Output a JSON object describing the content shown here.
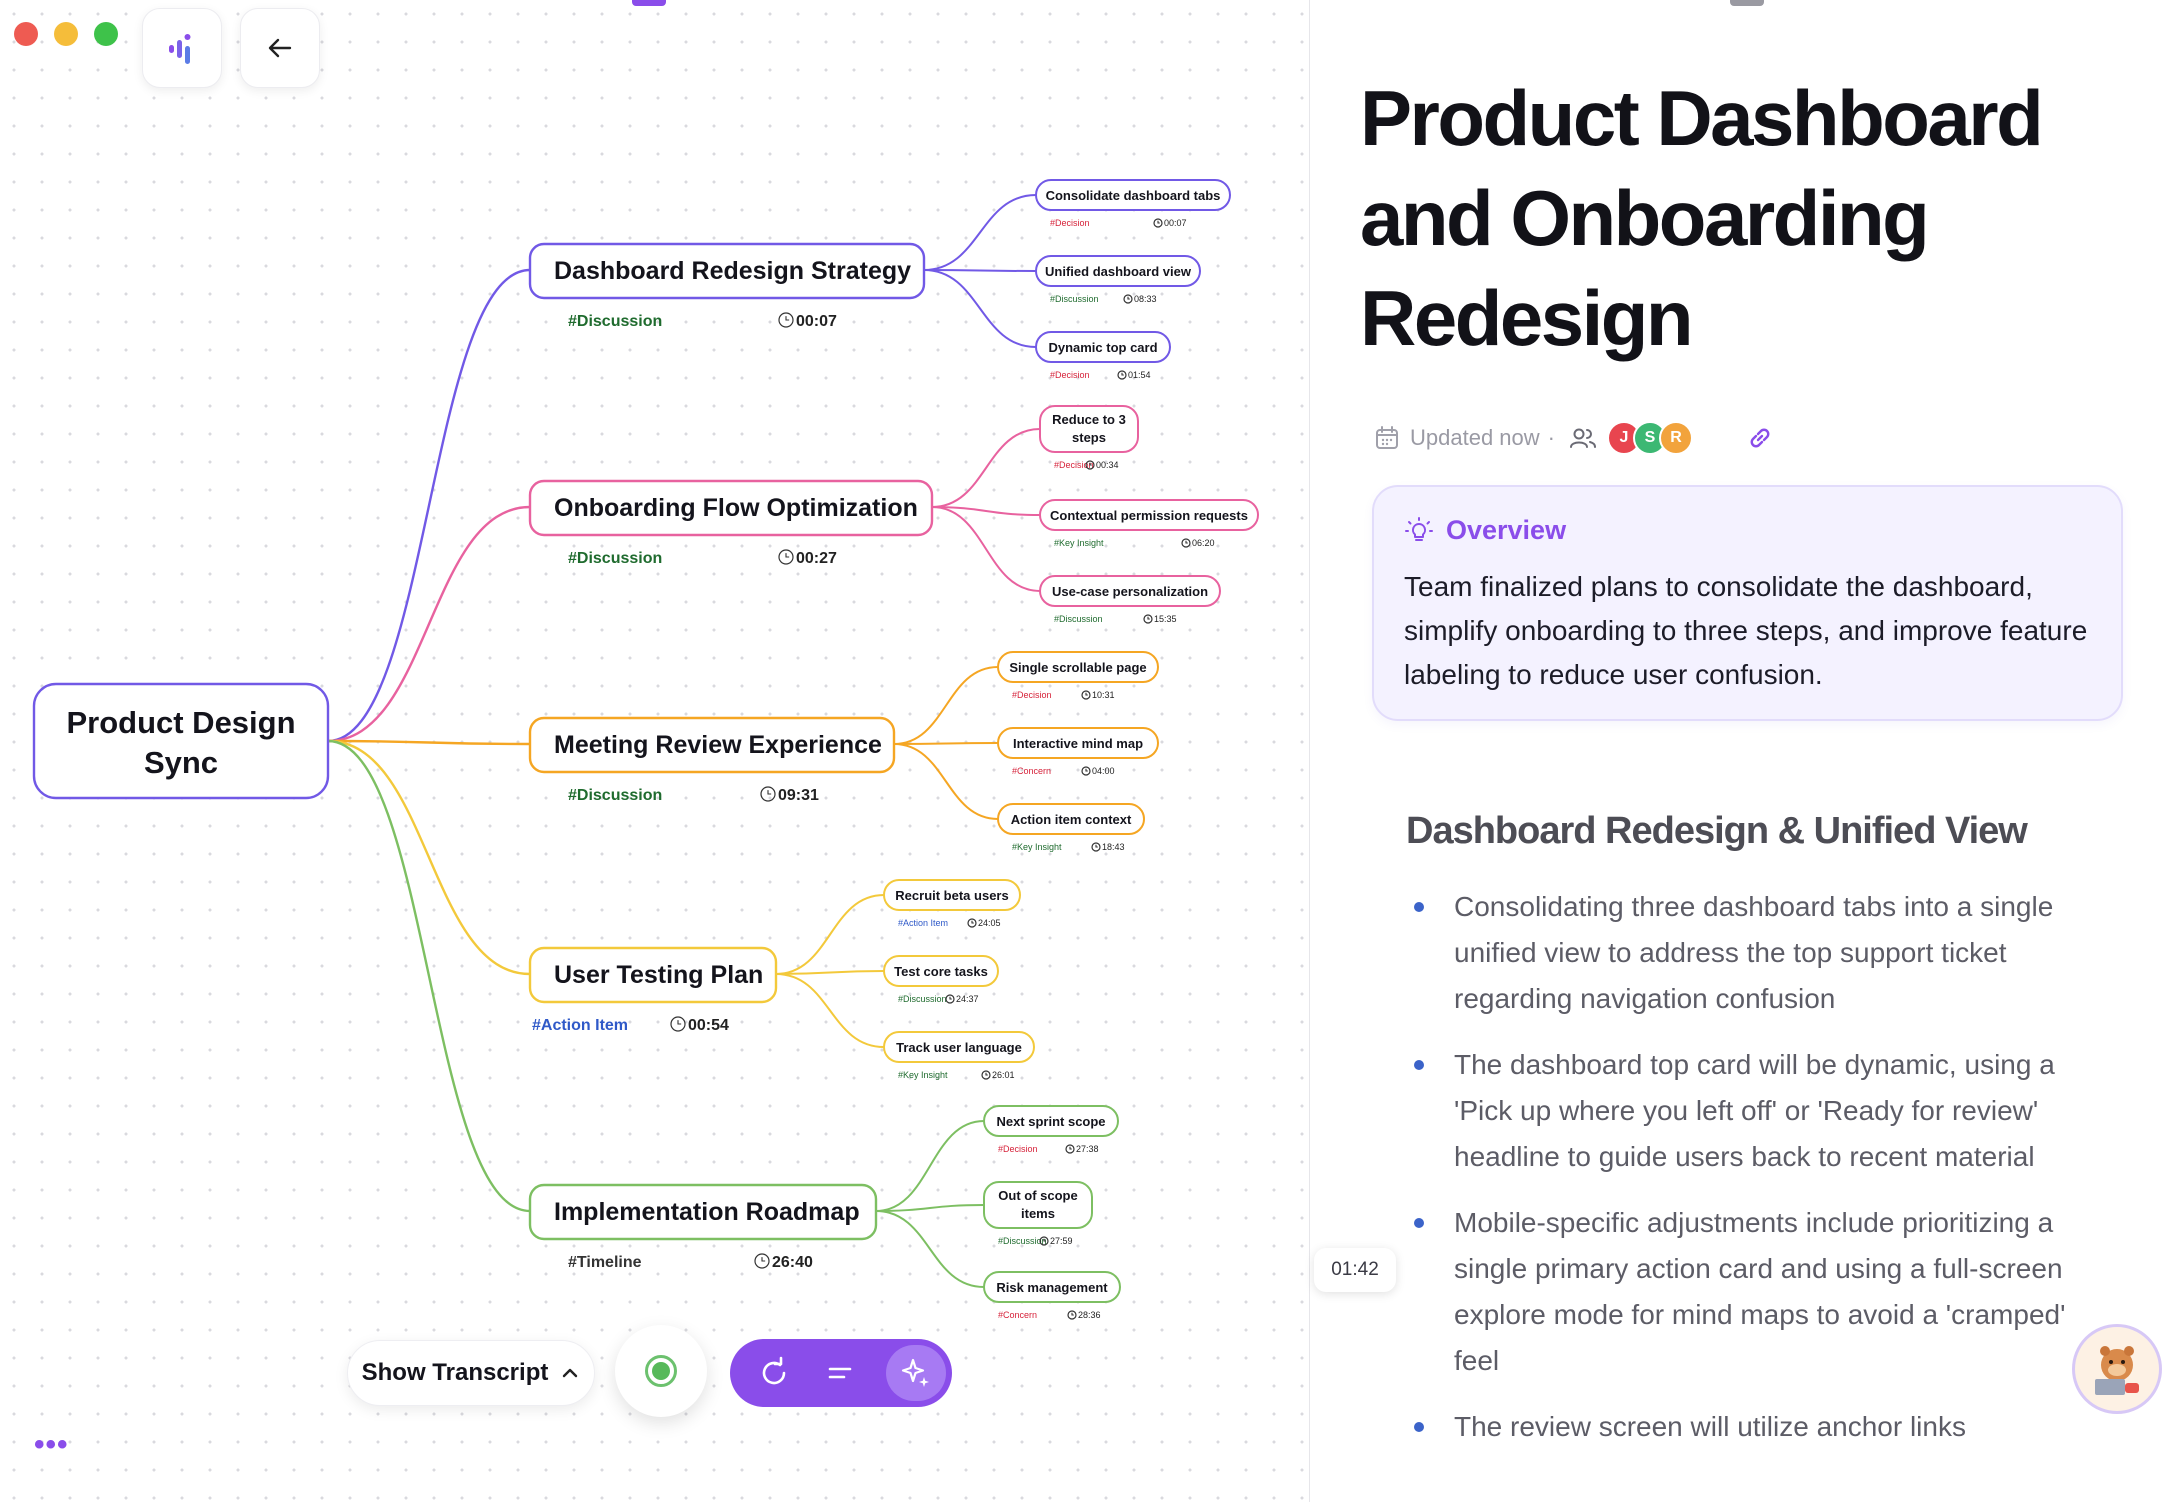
{
  "colors": {
    "accent": "#8a4dea",
    "discussion": "#1f6b2e",
    "decision": "#d6223a",
    "key_insight": "#1f6b2e",
    "concern": "#d6223a",
    "action_item": "#2f59c8",
    "timeline": "#333333",
    "branch_purple": "#7159e6",
    "branch_pink": "#e8629f",
    "branch_orange": "#f5a623",
    "branch_yellow": "#f3c93b",
    "branch_green": "#7dbf62"
  },
  "window": {
    "controls": [
      "close",
      "minimize",
      "maximize"
    ],
    "app_icon": "waveform-logo-icon",
    "back_icon": "arrow-left-icon"
  },
  "mindmap": {
    "root": {
      "line1": "Product Design",
      "line2": "Sync"
    },
    "branches": [
      {
        "title": "Dashboard Redesign Strategy",
        "tag": "#Discussion",
        "time": "00:07",
        "children": [
          {
            "lines": [
              "Consolidate dashboard tabs"
            ],
            "tag": "#Decision",
            "time": "00:07"
          },
          {
            "lines": [
              "Unified dashboard view"
            ],
            "tag": "#Discussion",
            "time": "08:33"
          },
          {
            "lines": [
              "Dynamic top card"
            ],
            "tag": "#Decision",
            "time": "01:54"
          }
        ]
      },
      {
        "title": "Onboarding Flow Optimization",
        "tag": "#Discussion",
        "time": "00:27",
        "children": [
          {
            "lines": [
              "Reduce to 3",
              "steps"
            ],
            "tag": "#Decision",
            "time": "00:34"
          },
          {
            "lines": [
              "Contextual permission requests"
            ],
            "tag": "#Key Insight",
            "time": "06:20"
          },
          {
            "lines": [
              "Use-case personalization"
            ],
            "tag": "#Discussion",
            "time": "15:35"
          }
        ]
      },
      {
        "title": "Meeting Review Experience",
        "tag": "#Discussion",
        "time": "09:31",
        "children": [
          {
            "lines": [
              "Single scrollable page"
            ],
            "tag": "#Decision",
            "time": "10:31"
          },
          {
            "lines": [
              "Interactive mind map"
            ],
            "tag": "#Concern",
            "time": "04:00"
          },
          {
            "lines": [
              "Action item context"
            ],
            "tag": "#Key Insight",
            "time": "18:43"
          }
        ]
      },
      {
        "title": "User Testing Plan",
        "tag": "#Action Item",
        "time": "00:54",
        "children": [
          {
            "lines": [
              "Recruit beta users"
            ],
            "tag": "#Action Item",
            "time": "24:05"
          },
          {
            "lines": [
              "Test core tasks"
            ],
            "tag": "#Discussion",
            "time": "24:37"
          },
          {
            "lines": [
              "Track user language"
            ],
            "tag": "#Key Insight",
            "time": "26:01"
          }
        ]
      },
      {
        "title": "Implementation Roadmap",
        "tag": "#Timeline",
        "time": "26:40",
        "children": [
          {
            "lines": [
              "Next sprint scope"
            ],
            "tag": "#Decision",
            "time": "27:38"
          },
          {
            "lines": [
              "Out of scope",
              "items"
            ],
            "tag": "#Discussion",
            "time": "27:59"
          },
          {
            "lines": [
              "Risk management"
            ],
            "tag": "#Concern",
            "time": "28:36"
          }
        ]
      }
    ]
  },
  "controls": {
    "show_transcript": "Show Transcript",
    "chevron_icon": "chevron-up-icon",
    "record_icon": "record-icon",
    "pill_icons": [
      "refresh-icon",
      "text-lines-icon",
      "sparkle-icon"
    ],
    "more_icon": "more-dots-icon",
    "more_label": "•••"
  },
  "doc": {
    "title": "Product Dashboard and Onboarding Redesign",
    "updated": "Updated now",
    "separator": "·",
    "avatars": [
      {
        "initial": "J",
        "color": "#e8454f"
      },
      {
        "initial": "S",
        "color": "#3cb873"
      },
      {
        "initial": "R",
        "color": "#f2a33c"
      }
    ],
    "overview": {
      "title": "Overview",
      "body": "Team finalized plans to consolidate the dashboard, simplify onboarding to three steps, and improve feature labeling to reduce user confusion."
    },
    "section": {
      "heading": "Dashboard Redesign & Unified View",
      "bullets": [
        "Consolidating three dashboard tabs into a single unified view to address the top support ticket regarding navigation confusion",
        "The dashboard top card will be dynamic, using a 'Pick up where you left off' or 'Ready for review' headline to guide users back to recent material",
        "Mobile-specific adjustments include prioritizing a single primary action card and using a full-screen explore mode for mind maps to avoid a 'cramped' feel",
        "The review screen will utilize anchor links"
      ]
    },
    "timestamp": "01:42"
  }
}
